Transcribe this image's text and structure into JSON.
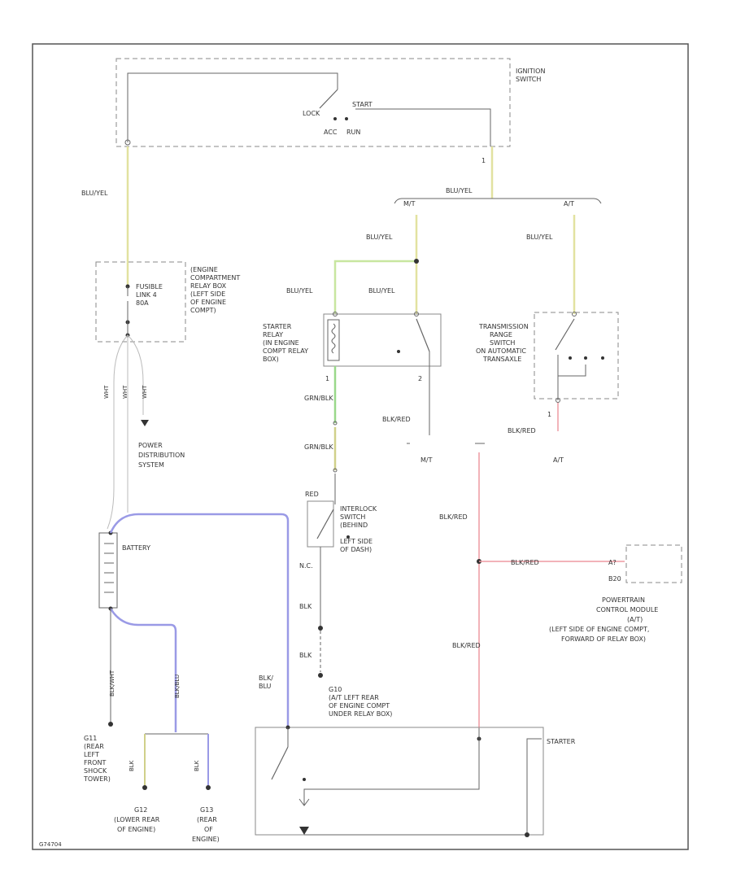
{
  "colors": {
    "frame": "#555555",
    "wire": "#666666",
    "dashed": "#888888",
    "blu_yel": "#e2e2a0",
    "grn_blk": "#9ad88a",
    "grn_yel": "#d0d08a",
    "blu": "#9a9ae6",
    "blk_red": "#ee9aa2",
    "node": "#333333"
  },
  "labels": {
    "ignition_switch": [
      "IGNITION",
      "SWITCH"
    ],
    "lock": "LOCK",
    "acc": "ACC",
    "run": "RUN",
    "start": "START",
    "pin_1_ign": "1",
    "blu_yel_1": "BLU/YEL",
    "blu_yel_2": "BLU/YEL",
    "mt": "M/T",
    "at": "A/T",
    "blu_yel_3": "BLU/YEL",
    "blu_yel_4": "BLU/YEL",
    "blu_yel_5": "BLU/YEL",
    "blu_yel_6": "BLU/YEL",
    "fusible_link": [
      "FUSIBLE",
      "LINK 4",
      "80A"
    ],
    "engine_relay_box": [
      "(ENGINE",
      "COMPARTMENT",
      "RELAY BOX",
      "(LEFT SIDE",
      "OF ENGINE",
      "COMPT)"
    ],
    "starter_relay": [
      "STARTER",
      "RELAY",
      "(IN ENGINE",
      "COMPT RELAY",
      "BOX)"
    ],
    "trans_range": [
      "TRANSMISSION",
      "RANGE",
      "SWITCH",
      "ON AUTOMATIC",
      "TRANSAXLE"
    ],
    "pin_1_relay": "1",
    "pin_2_relay": "2",
    "pin_1_trs": "1",
    "grn_blk_1": "GRN/BLK",
    "grn_blk_2": "GRN/BLK",
    "blk_red_1": "BLK/RED",
    "blk_red_2": "BLK/RED",
    "blk_red_3": "BLK/RED",
    "blk_red_4": "BLK/RED",
    "blk_red_5": "BLK/RED",
    "mt_2": "M/T",
    "at_2": "A/T",
    "wht_wires": [
      "WHT",
      "WHT",
      "WHT"
    ],
    "power_dist": [
      "POWER",
      "DISTRIBUTION",
      "SYSTEM"
    ],
    "red": "RED",
    "interlock": [
      "INTERLOCK",
      "SWITCH",
      "(BEHIND",
      "LEFT SIDE",
      "OF DASH)"
    ],
    "battery": "BATTERY",
    "nc": "N.C.",
    "pcm": [
      "POWERTRAIN",
      "CONTROL MODULE",
      "(A/T)",
      "(LEFT SIDE OF ENGINE COMPT,",
      "FORWARD OF RELAY BOX)"
    ],
    "pcm_pin_1": "A?",
    "pcm_pin_2": "B20",
    "blk_1": "BLK",
    "blk_2": "BLK",
    "blk_blu": [
      "BLK/",
      "BLU"
    ],
    "g10": [
      "G10",
      "(A/T LEFT REAR",
      "OF ENGINE COMPT",
      "UNDER RELAY BOX)"
    ],
    "starter": "STARTER",
    "blk_wht": "BLK/WHT",
    "blk_blu_2": "BLK/BLU",
    "g11": [
      "G11",
      "(REAR",
      "LEFT",
      "FRONT",
      "SHOCK",
      "TOWER)"
    ],
    "blk_3": "BLK",
    "blk_4": "BLK",
    "g12": [
      "G12",
      "(LOWER REAR",
      "OF ENGINE)"
    ],
    "g13": [
      "G13",
      "(REAR",
      "OF",
      "ENGINE)"
    ],
    "diagram_code": "G74704"
  }
}
